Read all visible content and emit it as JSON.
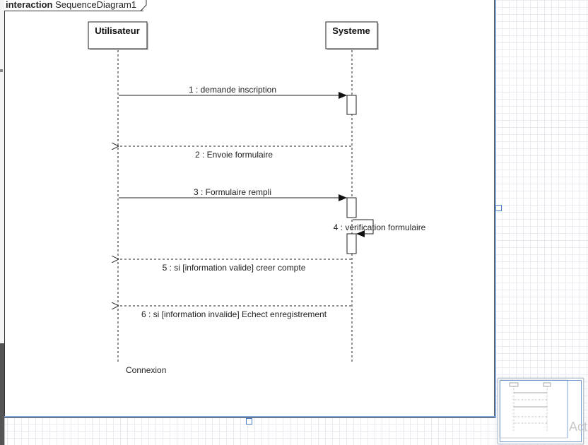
{
  "frame": {
    "keyword": "interaction",
    "name": "SequenceDiagram1"
  },
  "lifelines": [
    {
      "name": "Utilisateur"
    },
    {
      "name": "Systeme"
    }
  ],
  "messages": [
    {
      "label": "1 : demande inscription",
      "kind": "synchronous call"
    },
    {
      "label": "2 : Envoie formulaire",
      "kind": "reply"
    },
    {
      "label": "3 : Formulaire rempli",
      "kind": "synchronous call"
    },
    {
      "label": "4 : verification formulaire",
      "kind": "self call"
    },
    {
      "label": "5 : si [information valide] creer compte",
      "kind": "reply"
    },
    {
      "label": "6 : si [information invalide] Echect enregistrement",
      "kind": "reply"
    }
  ],
  "note": "Connexion",
  "watermark": "Act",
  "colors": {
    "selection": "#7ea6d8",
    "grid": "#e9edf2",
    "line": "#222222"
  }
}
